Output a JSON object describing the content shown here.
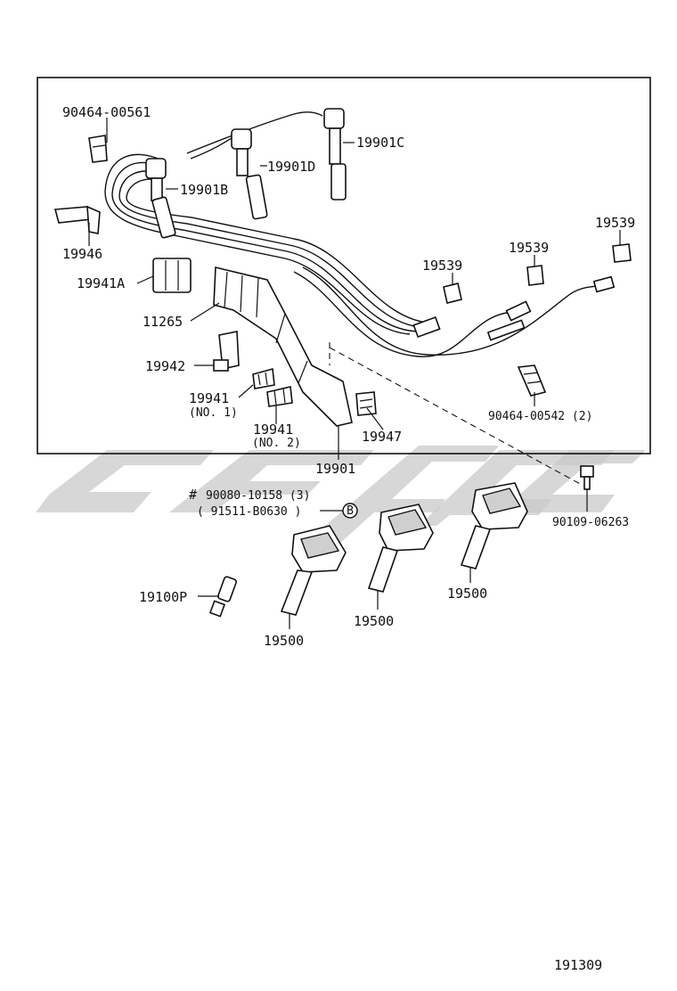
{
  "labels": {
    "p90464_00561": "90464-00561",
    "p19901C": "19901C",
    "p19901D": "19901D",
    "p19901B": "19901B",
    "p19946": "19946",
    "p19941A": "19941A",
    "p11265": "11265",
    "p19942": "19942",
    "p19941_no1": "19941",
    "p19941_no1_sub": "(NO. 1)",
    "p19941_no2": "19941",
    "p19941_no2_sub": "(NO. 2)",
    "p19947": "19947",
    "p19539_a": "19539",
    "p19539_b": "19539",
    "p19539_c": "19539",
    "p90464_00542": "90464-00542 (2)",
    "p19901": "19901",
    "bolt_mark": "#",
    "bolt_a": "90080-10158 (3)",
    "bolt_b": "( 91511-B0630 )",
    "bolt_ref": "B",
    "p90109_06263": "90109-06263",
    "p19100P": "19100P",
    "p19500_a": "19500",
    "p19500_b": "19500",
    "p19500_c": "19500",
    "figure_no": "191309"
  },
  "colors": {
    "ink": "#111111",
    "watermark": "#c9c9c9"
  }
}
